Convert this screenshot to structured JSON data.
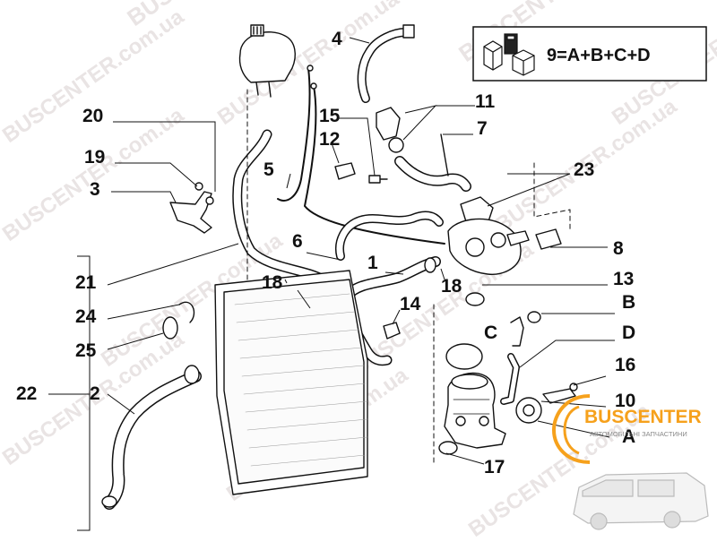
{
  "formula": "9=A+B+C+D",
  "callouts": {
    "n1": "1",
    "n2": "2",
    "n3": "3",
    "n4": "4",
    "n5": "5",
    "n6": "6",
    "n7": "7",
    "n8": "8",
    "n10": "10",
    "n11": "11",
    "n12": "12",
    "n13": "13",
    "n14": "14",
    "n15": "15",
    "n16": "16",
    "n17": "17",
    "n18a": "18",
    "n18b": "18",
    "n19": "19",
    "n20": "20",
    "n21": "21",
    "n22": "22",
    "n23": "23",
    "n24": "24",
    "n25": "25",
    "a": "A",
    "b": "B",
    "c": "C",
    "d": "D"
  },
  "watermark": {
    "brand": "BUSCENTER",
    "domain": "BUSCENTER.com.ua"
  },
  "logo": {
    "name": "BUSCENTER",
    "tagline": "АВТОМОБІЛЬНІ ЗАПЧАСТИНИ"
  },
  "colors": {
    "ink": "#111111",
    "watermark": "#e9e4e4",
    "brand": "#f6a11c"
  }
}
